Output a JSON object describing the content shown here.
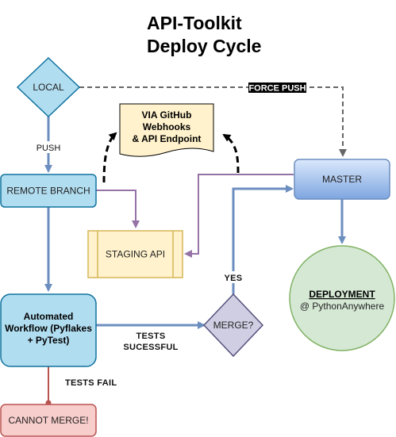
{
  "title": {
    "line1": "API-Toolkit",
    "line2": "Deploy Cycle"
  },
  "nodes": {
    "local": "LOCAL",
    "remote_branch": "REMOTE BRANCH",
    "master": "MASTER",
    "staging_api": "STAGING API",
    "webhooks": {
      "line1": "VIA GitHub",
      "line2": "Webhooks",
      "line3": "& API Endpoint"
    },
    "automated_workflow": {
      "line1": "Automated",
      "line2": "Workflow (Pyflakes",
      "line3": "+ PyTest)"
    },
    "merge": "MERGE?",
    "deployment": {
      "line1": "DEPLOYMENT",
      "line2": "@ PythonAnywhere"
    },
    "cannot_merge": "CANNOT MERGE!"
  },
  "edges": {
    "push": "PUSH",
    "force_push": "FORCE PUSH",
    "yes": "YES",
    "tests_successful": {
      "line1": "TESTS",
      "line2": "SUCESSFUL"
    },
    "tests_fail": "TESTS FAIL"
  },
  "colors": {
    "blue_fill": "#b1ddf0",
    "blue_stroke": "#10739e",
    "master_fill_top": "#dae8fc",
    "master_fill_bottom": "#7ea6e0",
    "master_stroke": "#6c8ebf",
    "yellow_fill": "#fff2cc",
    "yellow_stroke": "#d6b656",
    "green_fill": "#d5e8d4",
    "green_stroke": "#82b366",
    "purple_fill": "#d0cee2",
    "purple_stroke": "#56517e",
    "red_fill": "#f8cecc",
    "red_stroke": "#b85450",
    "arrow_blue": "#6c8ebf",
    "arrow_purple": "#9673a6",
    "arrow_dashed_grey": "#666666"
  }
}
